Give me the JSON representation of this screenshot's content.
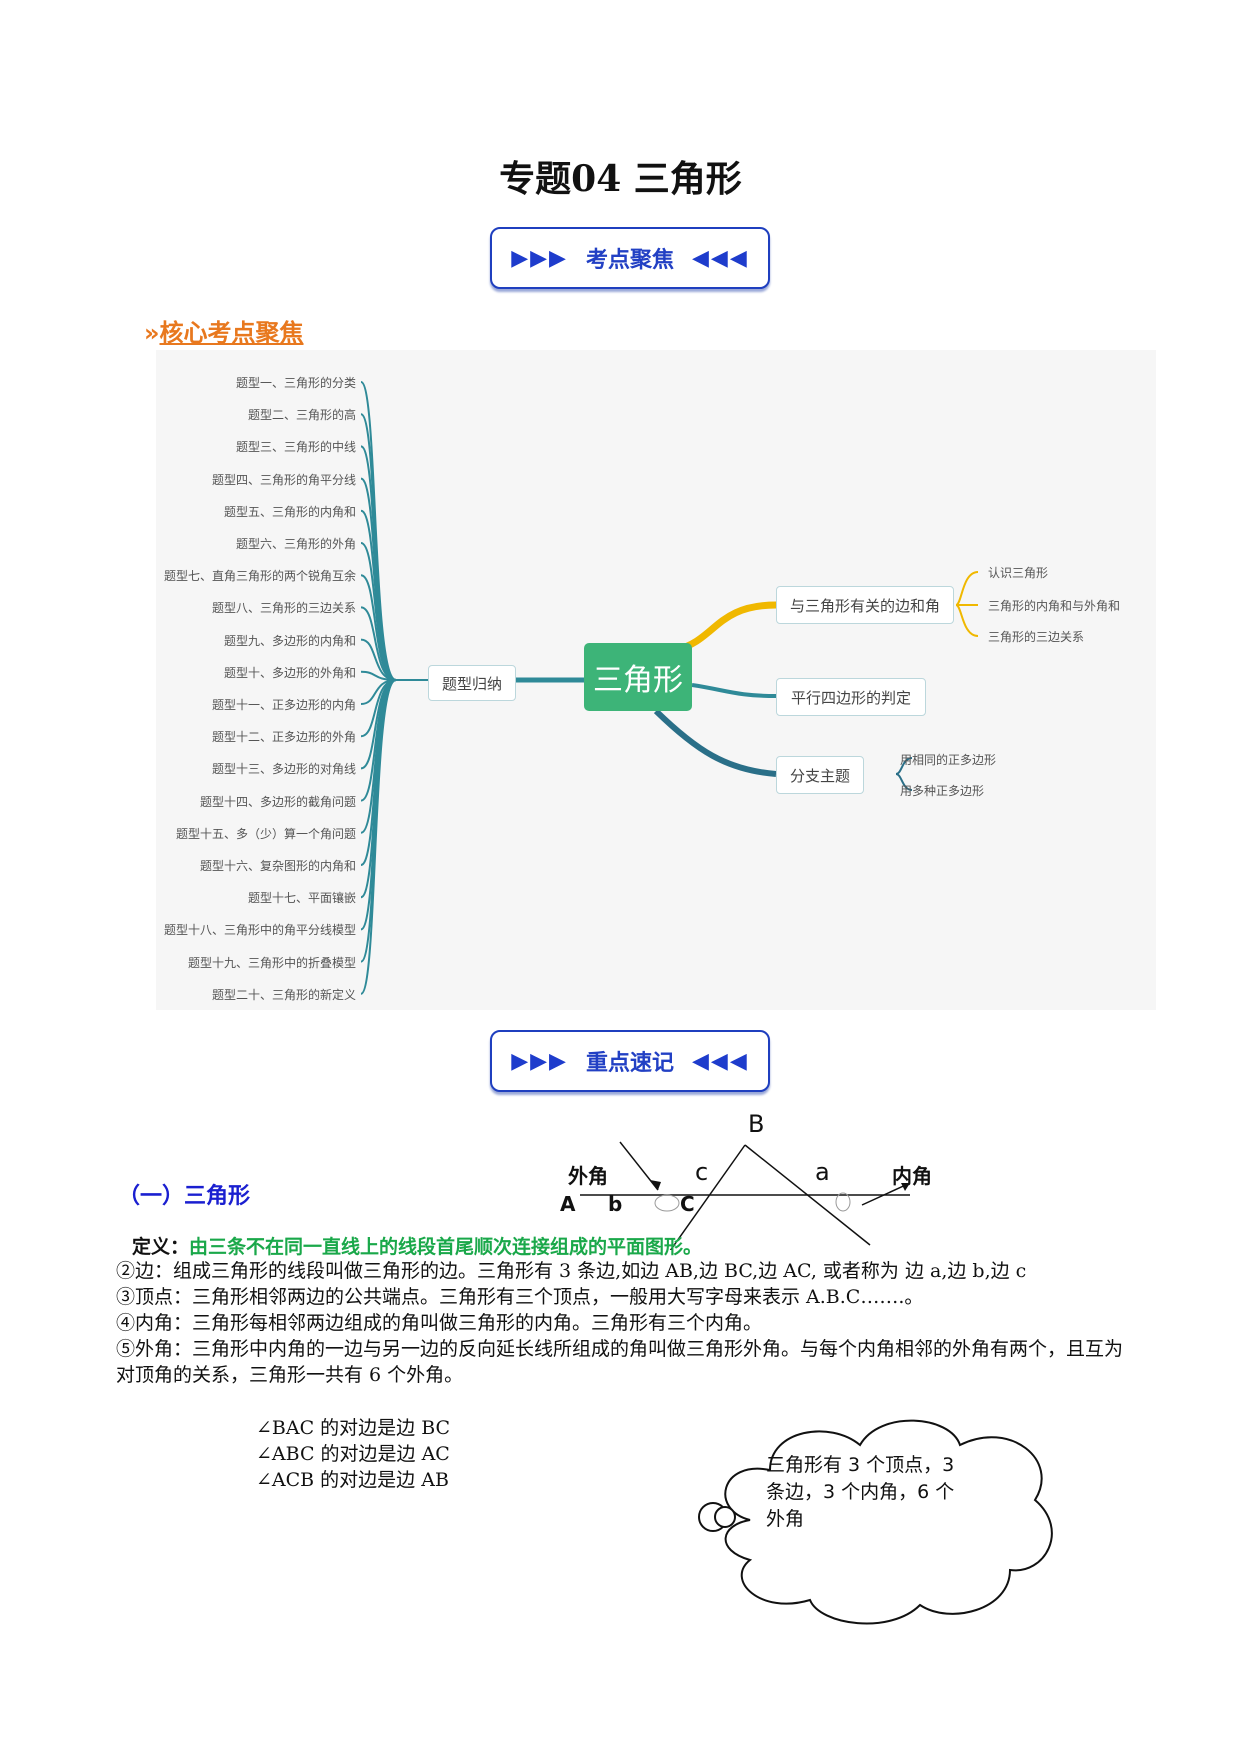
{
  "title": "专题04 三角形",
  "banner1": {
    "arrows_left": "▶▶▶",
    "label": "考点聚焦",
    "arrows_right": "◀◀◀"
  },
  "banner2": {
    "arrows_left": "▶▶▶",
    "label": "重点速记",
    "arrows_right": "◀◀◀"
  },
  "core_heading": {
    "icon": "»",
    "label": "核心考点聚焦"
  },
  "mindmap": {
    "center": "三角形",
    "left_node": "题型归纳",
    "topics": [
      "题型一、三角形的分类",
      "题型二、三角形的高",
      "题型三、三角形的中线",
      "题型四、三角形的角平分线",
      "题型五、三角形的内角和",
      "题型六、三角形的外角",
      "题型七、直角三角形的两个锐角互余",
      "题型八、三角形的三边关系",
      "题型九、多边形的内角和",
      "题型十、多边形的外角和",
      "题型十一、正多边形的内角",
      "题型十二、正多边形的外角",
      "题型十三、多边形的对角线",
      "题型十四、多边形的截角问题",
      "题型十五、多（少）算一个角问题",
      "题型十六、复杂图形的内角和",
      "题型十七、平面镶嵌",
      "题型十八、三角形中的角平分线模型",
      "题型十九、三角形中的折叠模型",
      "题型二十、三角形的新定义"
    ],
    "right_nodes": [
      {
        "label": "与三角形有关的边和角",
        "children": [
          "认识三角形",
          "三角形的内角和与外角和",
          "三角形的三边关系"
        ]
      },
      {
        "label": "平行四边形的判定",
        "children": []
      },
      {
        "label": "分支主题",
        "children": [
          "用相同的正多边形",
          "用多种正多边形"
        ]
      }
    ]
  },
  "section1": {
    "label": "（一）三角形"
  },
  "diagram": {
    "B": "B",
    "A": "A",
    "b": "b",
    "C": "C",
    "c": "c",
    "a": "a",
    "exterior": "外角",
    "interior": "内角"
  },
  "definition": {
    "prefix": "定义：",
    "text": "由三条不在同一直线上的线段首尾顺次连接组成的平面图形。"
  },
  "points": [
    "②边：组成三角形的线段叫做三角形的边。三角形有 3 条边,如边 AB,边 BC,边 AC, 或者称为 边 a,边 b,边 c",
    "③顶点：三角形相邻两边的公共端点。三角形有三个顶点，一般用大写字母来表示 A.B.C…….。",
    "④内角：三角形每相邻两边组成的角叫做三角形的内角。三角形有三个内角。",
    "⑤外角：三角形中内角的一边与另一边的反向延长线所组成的角叫做三角形外角。与每个内角相邻的外角有两个，且互为对顶角的关系，三角形一共有 6 个外角。"
  ],
  "opposites": [
    "∠BAC 的对边是边 BC",
    "∠ABC 的对边是边 AC",
    "∠ACB 的对边是边 AB"
  ],
  "cloud": "三角形有 3 个顶点，3 条边，3 个内角，6 个外角",
  "colors": {
    "teal": "#2f8a98",
    "gold": "#f0b800",
    "green": "#3db478",
    "blue": "#1a1fd0",
    "orange": "#e8781e"
  }
}
